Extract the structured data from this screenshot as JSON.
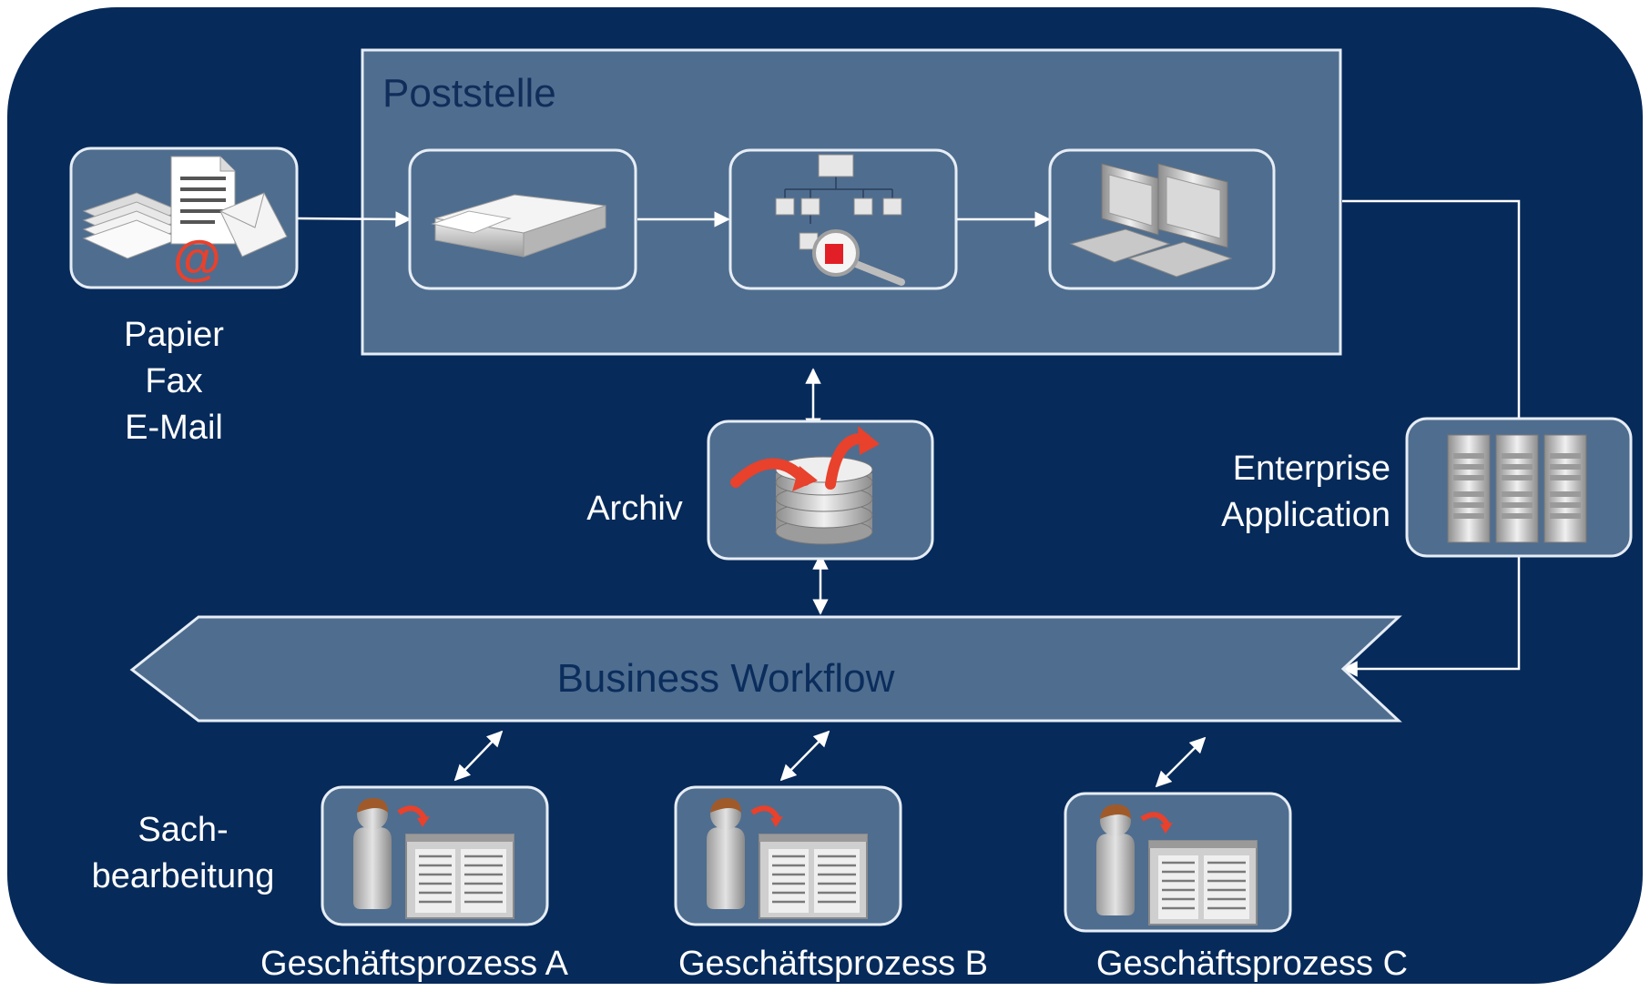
{
  "poststelle": {
    "title": "Poststelle"
  },
  "inputs": {
    "lines": [
      "Papier",
      "Fax",
      "E-Mail"
    ],
    "icon": "mail-stack-icon"
  },
  "steps": [
    {
      "icon": "scanner-icon"
    },
    {
      "icon": "classification-tree-icon"
    },
    {
      "icon": "workstation-monitors-icon"
    }
  ],
  "archive": {
    "label": "Archiv",
    "icon": "database-archive-icon"
  },
  "enterprise": {
    "lines": [
      "Enterprise",
      "Application"
    ],
    "icon": "server-rack-icon"
  },
  "workflow": {
    "label": "Business Workflow"
  },
  "sachbearbeitung": {
    "lines": [
      "Sach-",
      "bearbeitung"
    ]
  },
  "processes": [
    {
      "label": "Geschäftsprozess A",
      "icon": "clerk-form-icon"
    },
    {
      "label": "Geschäftsprozess B",
      "icon": "clerk-form-icon"
    },
    {
      "label": "Geschäftsprozess C",
      "icon": "clerk-form-icon"
    }
  ],
  "colors": {
    "background": "#062a5a",
    "panel": "#4f6d8f",
    "accent": "#e8412c",
    "workflow_text": "#0b2d5c",
    "title_text": "#102d5a"
  }
}
